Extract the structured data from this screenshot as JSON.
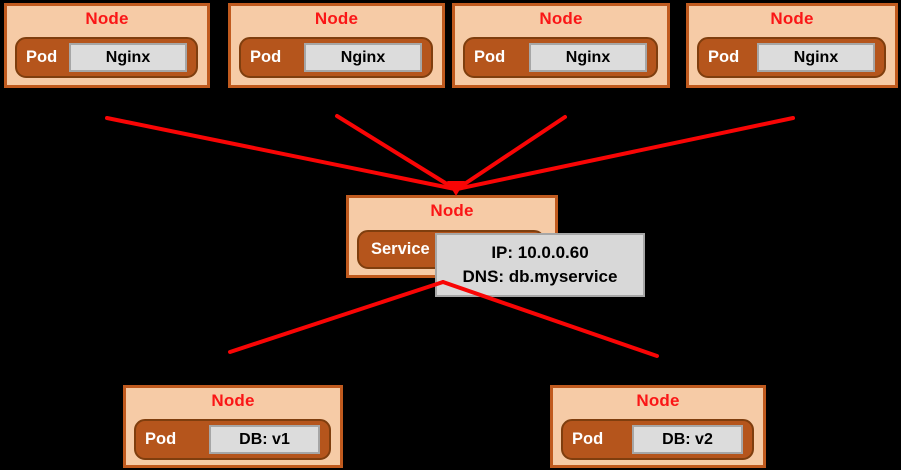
{
  "diagram": {
    "background": "#000000",
    "colors": {
      "node_fill": "#F6CBA6",
      "node_border": "#C05A1E",
      "pod_fill": "#B5551C",
      "pod_border": "#7F3E0E",
      "chip_fill": "#DCDCDC",
      "chip_border": "#A6A6A6",
      "tooltip_fill": "#D8D8D8",
      "tooltip_border": "#A6A6A6",
      "title_color": "#FA1616",
      "line_color": "#F90505",
      "pod_label_color": "#FFFFFF",
      "chip_text_color": "#000000"
    },
    "top_nodes": [
      {
        "title": "Node",
        "pod_label": "Pod",
        "container_label": "Nginx"
      },
      {
        "title": "Node",
        "pod_label": "Pod",
        "container_label": "Nginx"
      },
      {
        "title": "Node",
        "pod_label": "Pod",
        "container_label": "Nginx"
      },
      {
        "title": "Node",
        "pod_label": "Pod",
        "container_label": "Nginx"
      }
    ],
    "service_node": {
      "title": "Node",
      "service_label": "Service"
    },
    "tooltip": {
      "line1": "IP: 10.0.0.60",
      "line2": "DNS: db.myservice"
    },
    "bottom_nodes": [
      {
        "title": "Node",
        "pod_label": "Pod",
        "container_label": "DB: v1"
      },
      {
        "title": "Node",
        "pod_label": "Pod",
        "container_label": "DB: v2"
      }
    ]
  }
}
